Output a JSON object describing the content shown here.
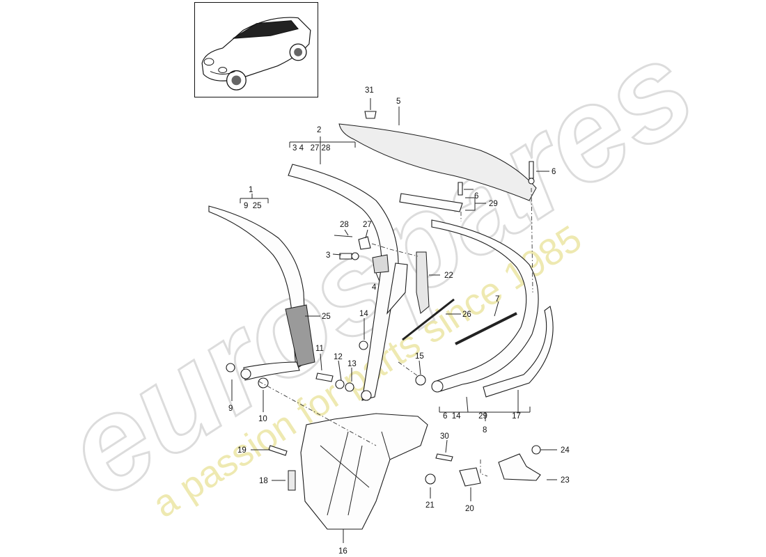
{
  "watermark": {
    "brand": "eurospares",
    "tagline": "a passion for parts since 1985"
  },
  "callouts": {
    "c1": "1",
    "c1_sub": "9  25",
    "c2": "2",
    "c2_sub": "3 4   27 28",
    "c3": "3",
    "c4": "4",
    "c5": "5",
    "c6a": "6",
    "c6b": "6",
    "c7": "7",
    "c8": "8",
    "c8_sub": "6  14        29           17",
    "c9": "9",
    "c10": "10",
    "c11": "11",
    "c12": "12",
    "c13": "13",
    "c14": "14",
    "c15": "15",
    "c16": "16",
    "c17": "17",
    "c18": "18",
    "c19": "19",
    "c20": "20",
    "c21": "21",
    "c22": "22",
    "c23": "23",
    "c24": "24",
    "c25": "25",
    "c26": "26",
    "c27": "27",
    "c28": "28",
    "c29": "29",
    "c30": "30",
    "c31": "31"
  }
}
